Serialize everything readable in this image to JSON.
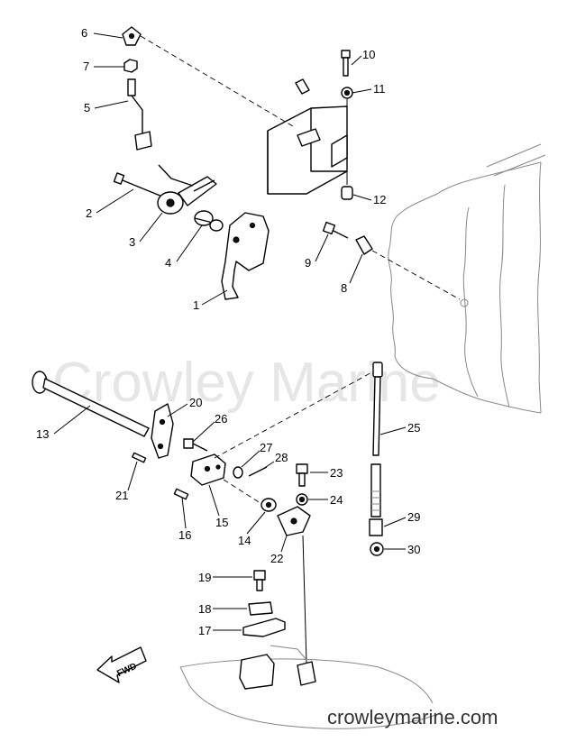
{
  "watermark": "Crowley Marine",
  "footer": "crowleymarine.com",
  "fwd_label": "FWD",
  "callouts": {
    "c1": "1",
    "c2": "2",
    "c3": "3",
    "c4": "4",
    "c5": "5",
    "c6": "6",
    "c7": "7",
    "c8": "8",
    "c9": "9",
    "c10": "10",
    "c11": "11",
    "c12": "12",
    "c13": "13",
    "c14": "14",
    "c15": "15",
    "c16": "16",
    "c17": "17",
    "c18": "18",
    "c19": "19",
    "c20": "20",
    "c21": "21",
    "c22": "22",
    "c23": "23",
    "c24": "24",
    "c25": "25",
    "c26": "26",
    "c27": "27",
    "c28": "28",
    "c29": "29",
    "c30": "30"
  }
}
